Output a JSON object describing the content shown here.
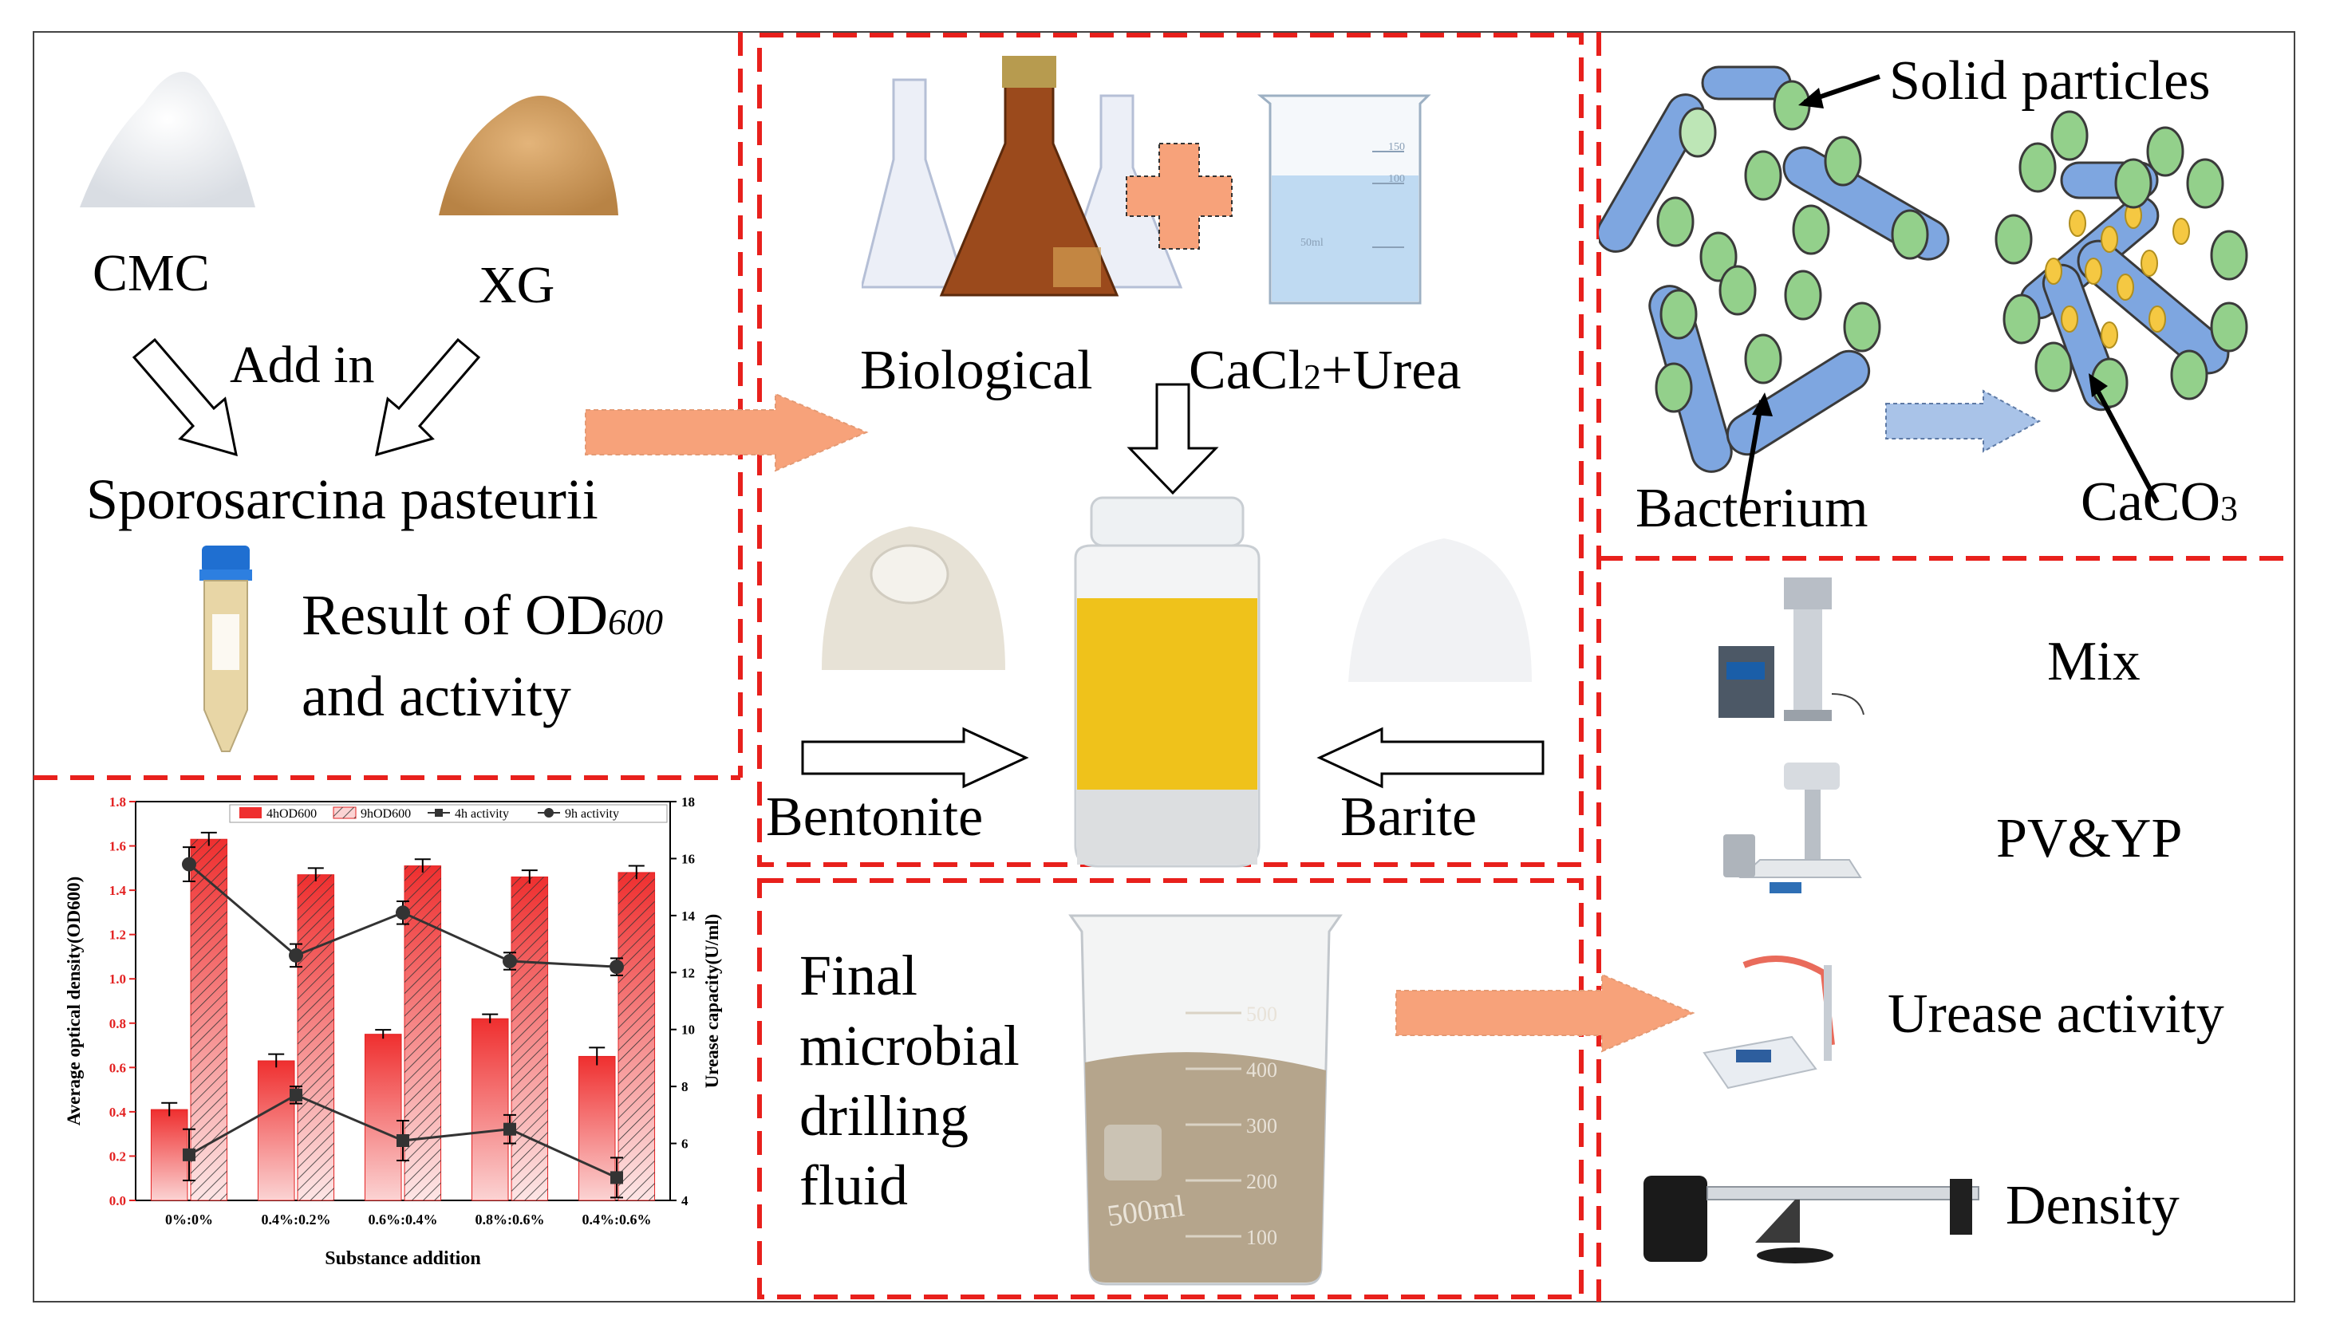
{
  "colors": {
    "dash": "#e8201c",
    "orange": "#f7a27a",
    "bacterium": "#7ea6e0",
    "particle": "#93d08b",
    "calcite": "#f5c842",
    "bar_dark": "#ef2f2f",
    "bar_light": "#fbd3d3"
  },
  "panel_a": {
    "cmc": "CMC",
    "xg": "XG",
    "add_in": "Add in",
    "organism": "Sporosarcina pasteurii",
    "result_line1": "Result of OD",
    "result_sub": "600",
    "result_line2": "and activity"
  },
  "panel_b": {
    "biological": "Biological",
    "cacl_prefix": "CaCl",
    "cacl_sub": "2",
    "cacl_suffix": "+Urea",
    "bentonite": "Bentonite",
    "barite": "Barite"
  },
  "panel_c": {
    "solid_particles": "Solid particles",
    "bacterium": "Bacterium",
    "caco_prefix": "CaCO",
    "caco_sub": "3"
  },
  "panel_d": {
    "title_lines": [
      "Final",
      "microbial",
      "drilling",
      "fluid"
    ],
    "beaker_marks": [
      "500",
      "400",
      "300",
      "200",
      "100"
    ],
    "beaker_label": "500ml"
  },
  "panel_e": {
    "mix": "Mix",
    "pvyp": "PV&YP",
    "urease": "Urease activity",
    "density": "Density"
  },
  "small_beaker": {
    "marks": [
      "150",
      "100",
      "50ml"
    ]
  },
  "chart_data": {
    "type": "bar",
    "categories": [
      "0%:0%",
      "0.4%:0.2%",
      "0.6%:0.4%",
      "0.8%:0.6%",
      "0.4%:0.6%"
    ],
    "xlabel": "Substance addition",
    "ylabel": "Average optical density(OD600)",
    "y2label": "Urease capacity(U/ml)",
    "ylim": [
      0,
      1.8
    ],
    "y2lim": [
      4,
      18
    ],
    "yticks": [
      "0.0",
      "0.2",
      "0.4",
      "0.6",
      "0.8",
      "1.0",
      "1.2",
      "1.4",
      "1.6",
      "1.8"
    ],
    "y2ticks": [
      "4",
      "6",
      "8",
      "10",
      "12",
      "14",
      "16",
      "18"
    ],
    "legend": [
      "4hOD600",
      "9hOD600",
      "4h activity",
      "9h activity"
    ],
    "legend_position": "top",
    "series": [
      {
        "name": "4hOD600",
        "type": "bar",
        "values": [
          0.41,
          0.63,
          0.75,
          0.82,
          0.65
        ],
        "errors": [
          0.03,
          0.03,
          0.02,
          0.02,
          0.04
        ]
      },
      {
        "name": "9hOD600",
        "type": "bar",
        "values": [
          1.63,
          1.47,
          1.51,
          1.46,
          1.48
        ],
        "errors": [
          0.03,
          0.03,
          0.03,
          0.03,
          0.03
        ]
      },
      {
        "name": "4h activity",
        "type": "line",
        "axis": "right",
        "values": [
          5.6,
          7.7,
          6.1,
          6.5,
          4.8
        ],
        "errors": [
          0.9,
          0.3,
          0.7,
          0.5,
          0.7
        ]
      },
      {
        "name": "9h activity",
        "type": "line",
        "axis": "right",
        "values": [
          15.8,
          12.6,
          14.1,
          12.4,
          12.2
        ],
        "errors": [
          0.6,
          0.4,
          0.4,
          0.3,
          0.3
        ]
      }
    ]
  }
}
